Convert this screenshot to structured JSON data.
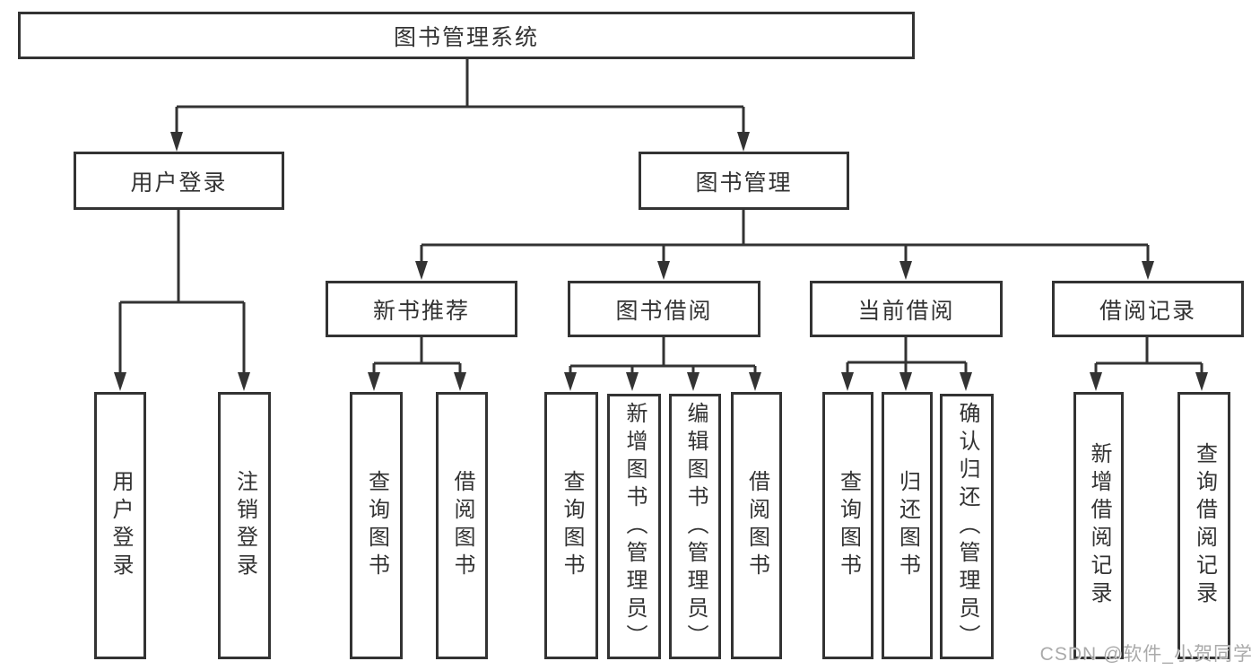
{
  "diagram_title": "图书管理系统",
  "tree": {
    "root": {
      "label": "图书管理系统",
      "children": [
        {
          "label": "用户登录",
          "children": [
            {
              "label": "用户登录"
            },
            {
              "label": "注销登录"
            }
          ]
        },
        {
          "label": "图书管理",
          "children": [
            {
              "label": "新书推荐",
              "children": [
                {
                  "label": "查询图书"
                },
                {
                  "label": "借阅图书"
                }
              ]
            },
            {
              "label": "图书借阅",
              "children": [
                {
                  "label": "查询图书"
                },
                {
                  "label": "新增图书（管理员）"
                },
                {
                  "label": "编辑图书（管理员）"
                },
                {
                  "label": "借阅图书"
                }
              ]
            },
            {
              "label": "当前借阅",
              "children": [
                {
                  "label": "查询图书"
                },
                {
                  "label": "归还图书"
                },
                {
                  "label": "确认归还（管理员）"
                }
              ]
            },
            {
              "label": "借阅记录",
              "children": [
                {
                  "label": "新增借阅记录"
                },
                {
                  "label": "查询借阅记录"
                }
              ]
            }
          ]
        }
      ]
    }
  },
  "watermark": {
    "text": "CSDN @软件_小贺同学"
  },
  "colors": {
    "line": "#333333",
    "text": "#333333",
    "background": "#ffffff",
    "watermark": "#9e9e9e"
  }
}
